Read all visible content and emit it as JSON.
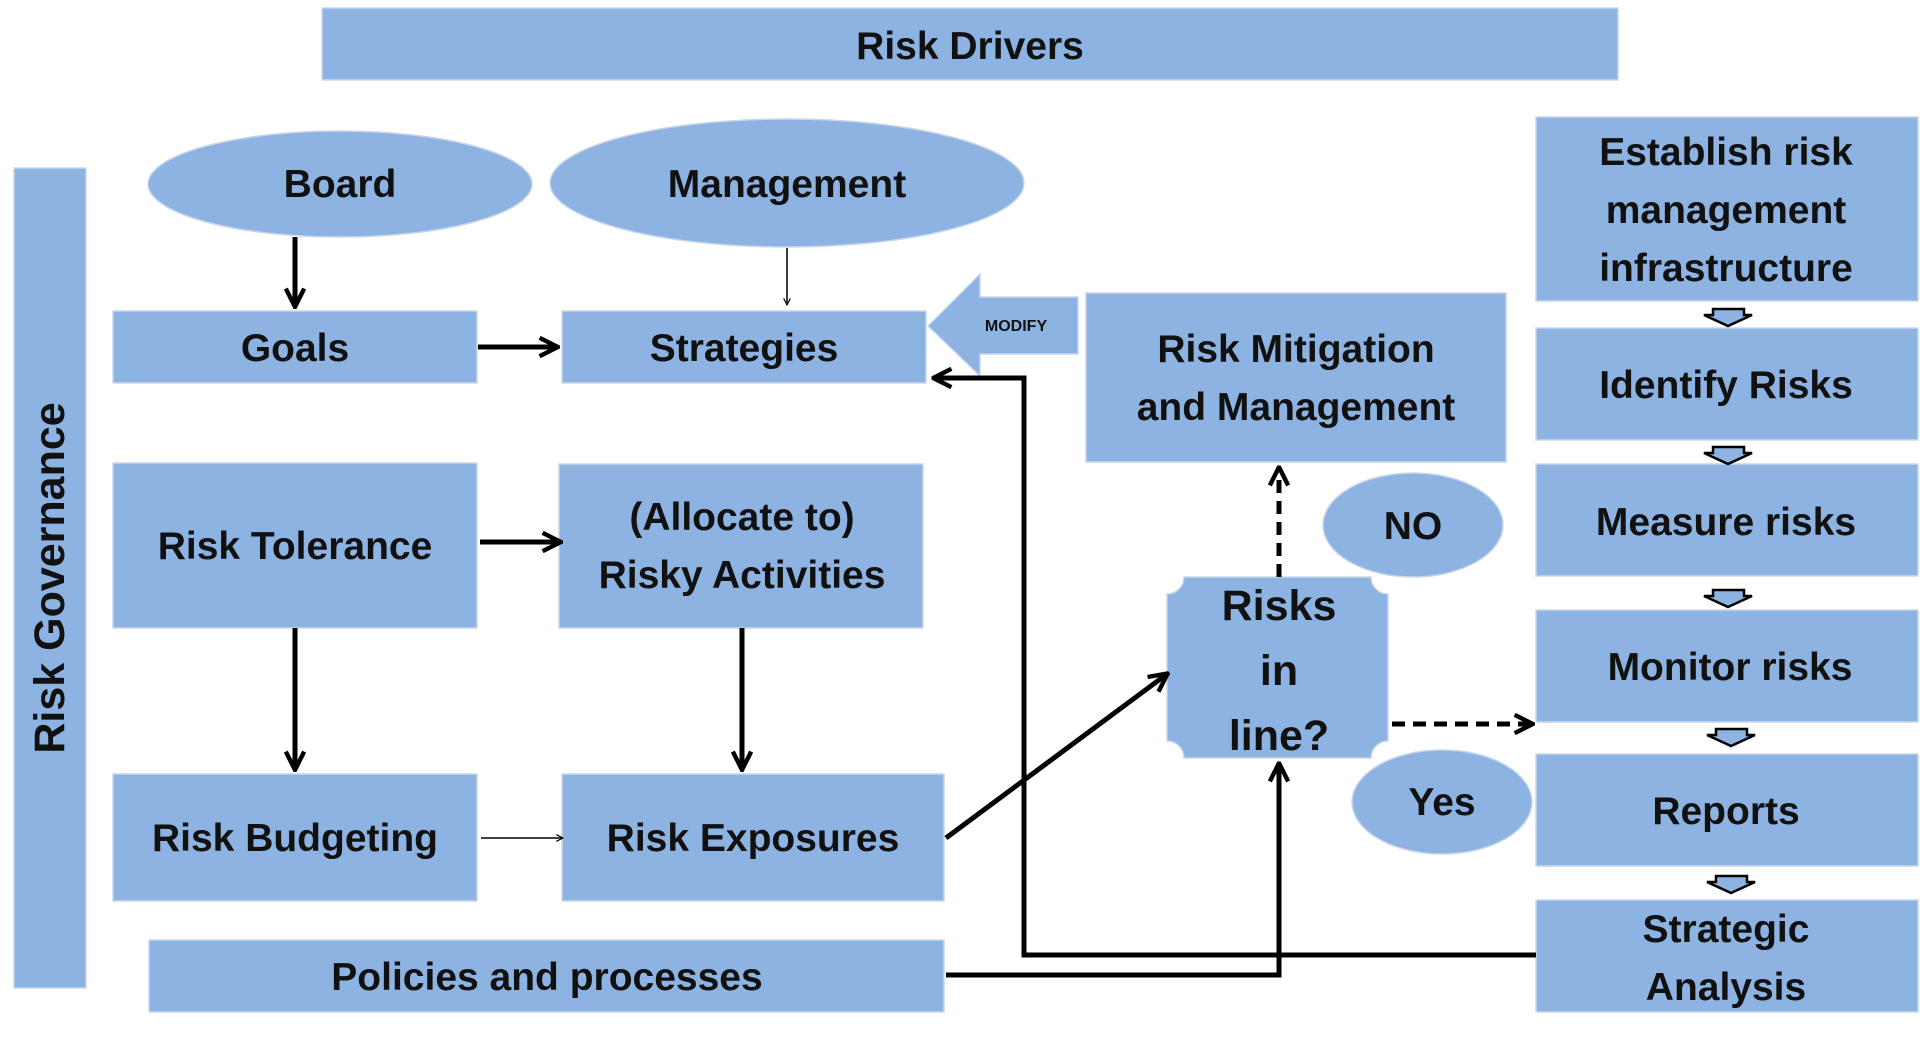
{
  "colors": {
    "box_fill": "#8DB3E2",
    "line": "#000000",
    "text": "#111111"
  },
  "nodes": {
    "risk_drivers": "Risk Drivers",
    "risk_governance": "Risk Governance",
    "board": "Board",
    "management": "Management",
    "goals": "Goals",
    "strategies": "Strategies",
    "modify": "MODIFY",
    "risk_mitigation": [
      "Risk Mitigation",
      "and Management"
    ],
    "risk_tolerance": "Risk Tolerance",
    "allocate": [
      "(Allocate to)",
      "Risky Activities"
    ],
    "risk_budgeting": "Risk Budgeting",
    "risk_exposures": "Risk Exposures",
    "policies": "Policies and processes",
    "risks_in_line": [
      "Risks",
      "in",
      "line?"
    ],
    "no": "NO",
    "yes": "Yes",
    "establish": [
      "Establish risk",
      "management",
      "infrastructure"
    ],
    "identify": "Identify Risks",
    "measure": "Measure risks",
    "monitor": "Monitor risks",
    "reports": "Reports",
    "strategic": [
      "Strategic",
      "Analysis"
    ]
  }
}
